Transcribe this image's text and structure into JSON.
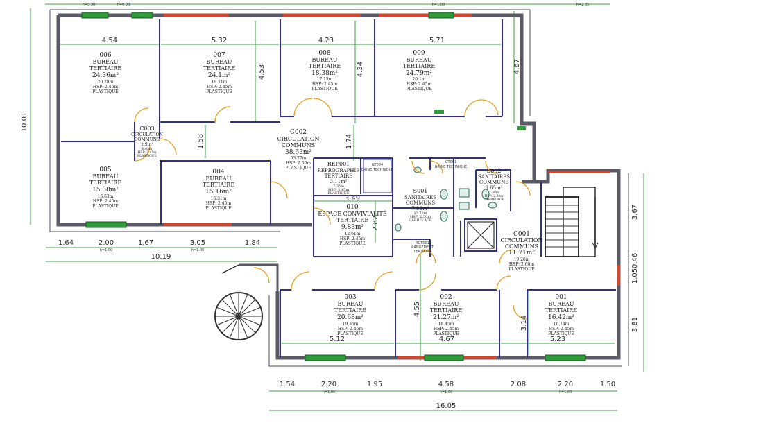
{
  "rooms": [
    {
      "id": "r006",
      "code": "006",
      "type": "BUREAU",
      "zone": "TERTIAIRE",
      "area": "24.36m²",
      "perim": "20.28m",
      "hsp": "HSP: 2.45m",
      "floor": "PLASTIQUE"
    },
    {
      "id": "r007",
      "code": "007",
      "type": "BUREAU",
      "zone": "TERTIAIRE",
      "area": "24.1m²",
      "perim": "19.71m",
      "hsp": "HSP: 2.45m",
      "floor": "PLASTIQUE"
    },
    {
      "id": "r008",
      "code": "008",
      "type": "BUREAU",
      "zone": "TERTIAIRE",
      "area": "18.38m²",
      "perim": "17.15m",
      "hsp": "HSP: 2.45m",
      "floor": "PLASTIQUE"
    },
    {
      "id": "r009",
      "code": "009",
      "type": "BUREAU",
      "zone": "TERTIAIRE",
      "area": "24.79m²",
      "perim": "20.1m",
      "hsp": "HSP: 2.45m",
      "floor": "PLASTIQUE"
    },
    {
      "id": "r005",
      "code": "005",
      "type": "BUREAU",
      "zone": "TERTIAIRE",
      "area": "15.38m²",
      "perim": "16.63m",
      "hsp": "HSP: 2.45m",
      "floor": "PLASTIQUE"
    },
    {
      "id": "r004",
      "code": "004",
      "type": "BUREAU",
      "zone": "TERTIAIRE",
      "area": "15.16m²",
      "perim": "16.31m",
      "hsp": "HSP: 2.45m",
      "floor": "PLASTIQUE"
    },
    {
      "id": "c003",
      "code": "C003",
      "type": "CIRCULATION",
      "zone": "COMMUNS",
      "area": "1.9m²",
      "perim": "8.03m",
      "hsp": "HSP: 2.45m",
      "floor": "PLASTIQUE"
    },
    {
      "id": "c002",
      "code": "C002",
      "type": "CIRCULATION",
      "zone": "COMMUNS",
      "area": "38.63m²",
      "perim": "53.77m",
      "hsp": "HSP: 2.50m",
      "floor": "PLASTIQUE"
    },
    {
      "id": "rep001",
      "code": "REP001",
      "type": "REPROGRAPHIE",
      "zone": "TERTIAIRE",
      "area": "3.11m²",
      "perim": "7.35m",
      "hsp": "HSP: 2.45m",
      "floor": "PLASTIQUE"
    },
    {
      "id": "r010",
      "code": "010",
      "type": "ESPACE CONVIVIALITÉ",
      "zone": "TERTIAIRE",
      "area": "9.83m²",
      "perim": "12.61m",
      "hsp": "HSP: 2.45m",
      "floor": "PLASTIQUE"
    },
    {
      "id": "s001",
      "code": "S001",
      "type": "SANITAIRES",
      "zone": "COMMUNS",
      "area": "7.93m²",
      "perim": "12.72m",
      "hsp": "HSP: 2.50m",
      "floor": "CARRELAGE"
    },
    {
      "id": "s002",
      "code": "S002",
      "type": "SANITAIRES",
      "zone": "COMMUNS",
      "area": "3.65m²",
      "perim": "7.38m",
      "hsp": "HSP: 2.30m",
      "floor": "CARRELAGE"
    },
    {
      "id": "c001",
      "code": "C001",
      "type": "CIRCULATION",
      "zone": "COMMUNS",
      "area": "11.71m²",
      "perim": "19.26m",
      "hsp": "HSP: 2.60m",
      "floor": "PLASTIQUE"
    },
    {
      "id": "r003",
      "code": "003",
      "type": "BUREAU",
      "zone": "TERTIAIRE",
      "area": "20.68m²",
      "perim": "19.35m",
      "hsp": "HSP: 2.45m",
      "floor": "PLASTIQUE"
    },
    {
      "id": "r002",
      "code": "002",
      "type": "BUREAU",
      "zone": "TERTIAIRE",
      "area": "21.27m²",
      "perim": "18.45m",
      "hsp": "HSP: 2.45m",
      "floor": "PLASTIQUE"
    },
    {
      "id": "r001",
      "code": "001",
      "type": "BUREAU",
      "zone": "TERTIAIRE",
      "area": "16.42m²",
      "perim": "16.74m",
      "hsp": "HSP: 2.45m",
      "floor": "PLASTIQUE"
    }
  ],
  "technical": {
    "gt004": {
      "code": "GT004",
      "label": "GAINE TECHNIQUE"
    },
    "gt001": {
      "code": "GT001",
      "label": "GAINE TECHNIQUE"
    },
    "rangement": {
      "code": "RGT001",
      "label": "RANGEMENT",
      "zone": "TERTIAIRE"
    }
  },
  "dimensions": {
    "top": [
      "4.54",
      "5.32",
      "4.23",
      "5.71"
    ],
    "internal": [
      "4.53",
      "4.34",
      "1.58",
      "1.74",
      "3.49",
      "2.82",
      "4.55",
      "3.14",
      "4.67"
    ],
    "left_bottom": [
      "1.64",
      "2.00",
      "1.67",
      "3.05",
      "1.84"
    ],
    "left_total": "10.19",
    "rooms_bottom": [
      "5.12",
      "4.67",
      "5.23"
    ],
    "bottom": [
      "1.54",
      "2.20",
      "1.95",
      "4.58",
      "2.08",
      "2.20",
      "1.50"
    ],
    "bottom_total": "16.05",
    "left_height": "10.01",
    "right": [
      "3.67",
      "0.46",
      "1.05",
      "3.81"
    ],
    "window_h": [
      "h=0.90",
      "h=0.90",
      "h=1.00",
      "h=1.00",
      "h=1.00",
      "h=1.00",
      "h=1.00",
      "h=1.00",
      "h=2.85"
    ]
  },
  "colors": {
    "wall": "#5a5a66",
    "partition": "#30308a",
    "dimension": "#3aa043",
    "door": "#e8a020",
    "window_red": "#d9452a",
    "window_green": "#2f9a3a"
  }
}
